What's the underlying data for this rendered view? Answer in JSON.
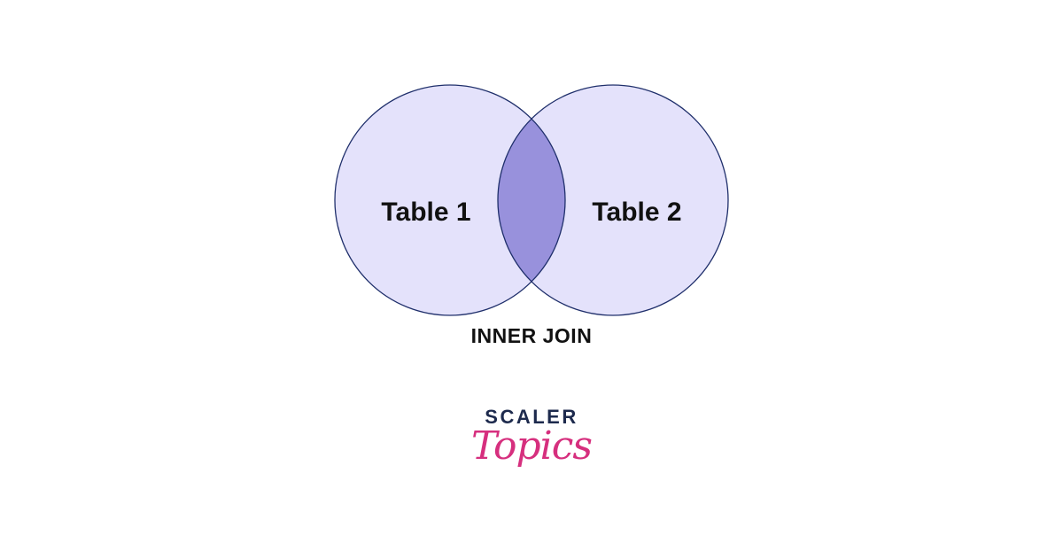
{
  "diagram": {
    "circle_left_label": "Table 1",
    "circle_right_label": "Table 2",
    "caption": "INNER JOIN"
  },
  "colors": {
    "circle_fill": "#e4e2fb",
    "circle_stroke": "#1f2f6b",
    "intersection_fill": "#9891dc",
    "label_text": "#111111",
    "logo_dark": "#1d2a4d",
    "logo_accent": "#d62f7e"
  },
  "logo": {
    "line1": "SCALER",
    "line2": "Topics"
  }
}
